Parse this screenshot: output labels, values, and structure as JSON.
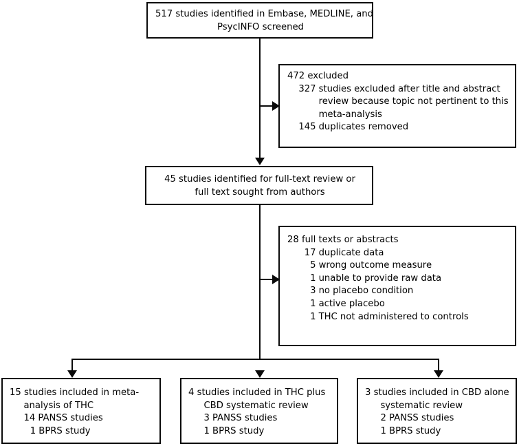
{
  "diagram": {
    "title": "Study selection flow diagram",
    "line_color": "#0a0a0a",
    "background": "#ffffff"
  },
  "boxes": {
    "screened": {
      "line1": "517 studies identified in Embase, MEDLINE, and",
      "line2": "PsycINFO screened"
    },
    "excluded": {
      "header": "472 excluded",
      "items": [
        {
          "count": "327",
          "text": "studies excluded after title and abstract review because topic not pertinent to this meta-analysis"
        },
        {
          "count": "145",
          "text": "duplicates removed"
        }
      ]
    },
    "fulltext_review": {
      "line1": "45 studies identified for full-text review or",
      "line2": "full text sought from authors"
    },
    "fulltext_excluded": {
      "header": "28 full texts or abstracts",
      "items": [
        {
          "count": "17",
          "text": "duplicate data"
        },
        {
          "count": "5",
          "text": "wrong outcome measure"
        },
        {
          "count": "1",
          "text": "unable to provide raw data"
        },
        {
          "count": "3",
          "text": "no placebo condition"
        },
        {
          "count": "1",
          "text": "active placebo"
        },
        {
          "count": "1",
          "text": "THC not administered to controls"
        }
      ]
    },
    "included_thc": {
      "line1": "15 studies included in meta-",
      "line2": "analysis of THC",
      "line3": "14 PANSS studies",
      "line4": "1 BPRS study"
    },
    "included_thc_cbd": {
      "line1": "4 studies included in THC plus",
      "line2": "CBD systematic review",
      "line3": "3 PANSS studies",
      "line4": "1 BPRS study"
    },
    "included_cbd": {
      "line1": "3 studies included in CBD alone",
      "line2": "systematic review",
      "line3": "2 PANSS studies",
      "line4": "1 BPRS study"
    }
  }
}
